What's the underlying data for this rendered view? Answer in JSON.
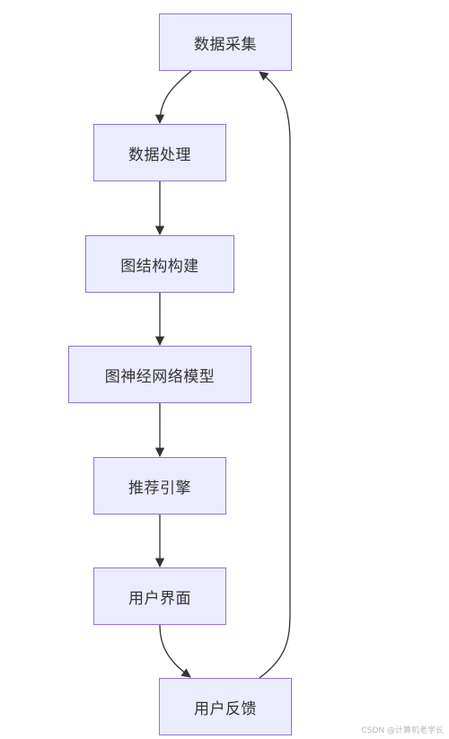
{
  "diagram": {
    "type": "flowchart",
    "direction": "top-down",
    "colors": {
      "node_fill": "#ececff",
      "node_border": "#9370db",
      "edge": "#333333",
      "text": "#333333"
    },
    "nodes": [
      {
        "id": "n1",
        "label": "数据采集"
      },
      {
        "id": "n2",
        "label": "数据处理"
      },
      {
        "id": "n3",
        "label": "图结构构建"
      },
      {
        "id": "n4",
        "label": "图神经网络模型"
      },
      {
        "id": "n5",
        "label": "推荐引擎"
      },
      {
        "id": "n6",
        "label": "用户界面"
      },
      {
        "id": "n7",
        "label": "用户反馈"
      }
    ],
    "edges": [
      {
        "from": "n1",
        "to": "n2"
      },
      {
        "from": "n2",
        "to": "n3"
      },
      {
        "from": "n3",
        "to": "n4"
      },
      {
        "from": "n4",
        "to": "n5"
      },
      {
        "from": "n5",
        "to": "n6"
      },
      {
        "from": "n6",
        "to": "n7"
      },
      {
        "from": "n7",
        "to": "n1"
      }
    ]
  },
  "watermark": "CSDN @计算机老学长"
}
